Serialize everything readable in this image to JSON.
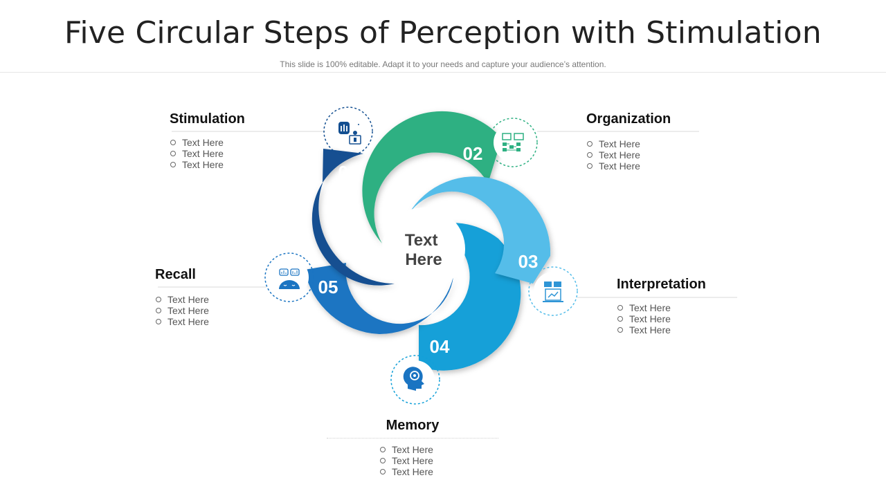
{
  "title": "Five Circular Steps of Perception with Stimulation",
  "subtitle": "This slide is 100% editable. Adapt it to your needs and capture your audience’s attention.",
  "center_label": "Text\nHere",
  "steps": [
    {
      "number": "01",
      "heading": "Stimulation",
      "color": "#134f91",
      "icon": "hand-touch-icon",
      "bullets": [
        "Text Here",
        "Text Here",
        "Text Here"
      ]
    },
    {
      "number": "02",
      "heading": "Organization",
      "color": "#2eb082",
      "icon": "flowchart-icon",
      "bullets": [
        "Text Here",
        "Text Here",
        "Text Here"
      ]
    },
    {
      "number": "03",
      "heading": "Interpretation",
      "color": "#55bde9",
      "icon": "monitor-chart-icon",
      "bullets": [
        "Text Here",
        "Text Here",
        "Text Here"
      ]
    },
    {
      "number": "04",
      "heading": "Memory",
      "color": "#12a0d8",
      "icon": "head-gear-icon",
      "bullets": [
        "Text Here",
        "Text Here",
        "Text Here"
      ]
    },
    {
      "number": "05",
      "heading": "Recall",
      "color": "#1a74c2",
      "icon": "brain-thinking-icon",
      "bullets": [
        "Text Here",
        "Text Here",
        "Text Here"
      ]
    }
  ]
}
